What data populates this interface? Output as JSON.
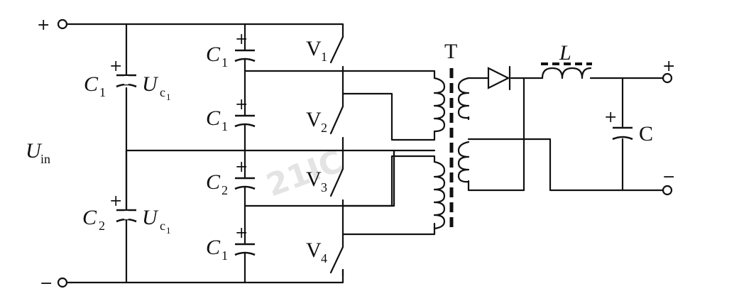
{
  "title": "",
  "input": {
    "label_main": "U",
    "label_sub": "in",
    "plus": "+",
    "minus": "−"
  },
  "input_caps": [
    {
      "name": "C",
      "sub": "1",
      "v_main": "U",
      "v_sub1": "c",
      "v_sub2": "1",
      "polarity": "+"
    },
    {
      "name": "C",
      "sub": "2",
      "v_main": "U",
      "v_sub1": "c",
      "v_sub2": "1",
      "polarity": "+"
    }
  ],
  "stack_caps": [
    {
      "name": "C",
      "sub": "1",
      "polarity": "+"
    },
    {
      "name": "C",
      "sub": "1",
      "polarity": "+"
    },
    {
      "name": "C",
      "sub": "2",
      "polarity": "+"
    },
    {
      "name": "C",
      "sub": "1",
      "polarity": "+"
    }
  ],
  "switches": [
    {
      "name": "V",
      "sub": "1"
    },
    {
      "name": "V",
      "sub": "2"
    },
    {
      "name": "V",
      "sub": "3"
    },
    {
      "name": "V",
      "sub": "4"
    }
  ],
  "transformer": {
    "label": "T"
  },
  "inductor": {
    "label": "L"
  },
  "output_cap": {
    "label": "C",
    "polarity": "+"
  },
  "output": {
    "plus": "+",
    "minus": "−"
  },
  "watermark": "21IC"
}
